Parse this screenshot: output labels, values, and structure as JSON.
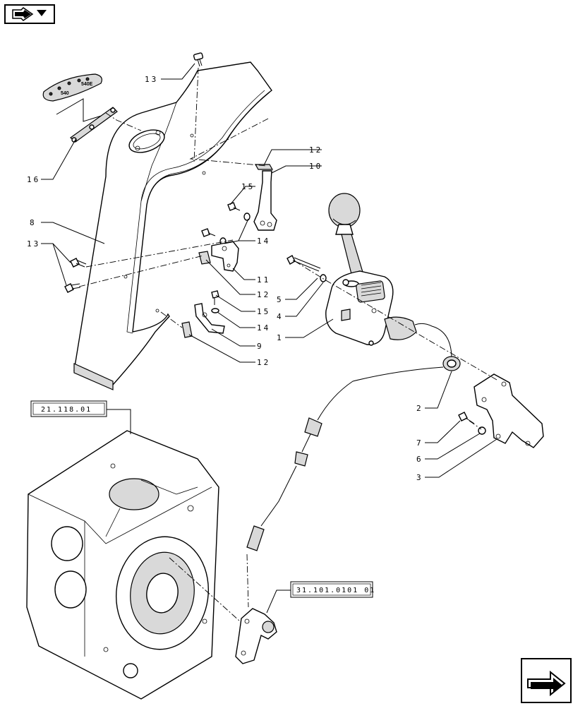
{
  "navigation": {
    "prev_icon": "arrow-right-icon",
    "next_icon": "arrow-return-icon"
  },
  "decal": {
    "labels": [
      "540",
      "540E"
    ]
  },
  "callouts": {
    "c1": "1",
    "c2": "2",
    "c3": "3",
    "c4": "4",
    "c5": "5",
    "c6": "6",
    "c7": "7",
    "c8": "8",
    "c9": "9",
    "c10": "10",
    "c11": "11",
    "c12a": "12",
    "c12b": "12",
    "c12c": "12",
    "c13a": "13",
    "c13b": "13",
    "c14a": "14",
    "c14b": "14",
    "c15a": "15",
    "c15b": "15",
    "c16": "16"
  },
  "references": {
    "transmission": "21.118.01",
    "bracket": "31.101.0101 01"
  }
}
